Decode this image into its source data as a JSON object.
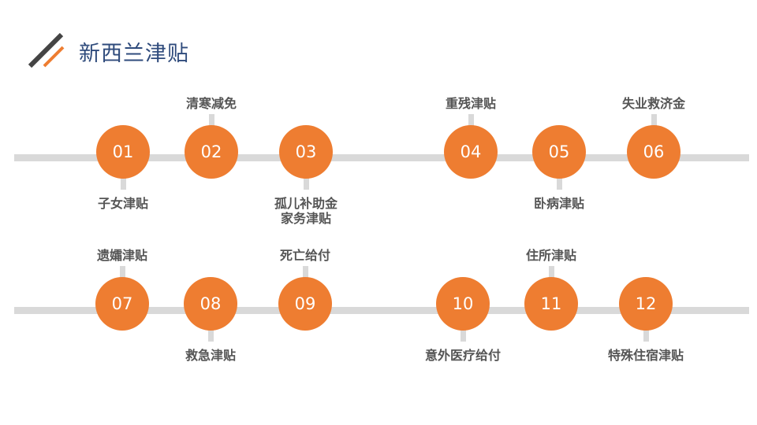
{
  "title": "新西兰津贴",
  "colors": {
    "accent": "#ee7d31",
    "line": "#d9d9d9",
    "title": "#2f4b7c"
  },
  "rows": [
    {
      "nodes": [
        {
          "num": "01",
          "label": "子女津贴",
          "pos": "below"
        },
        {
          "num": "02",
          "label": "清寒减免",
          "pos": "above"
        },
        {
          "num": "03",
          "label": "孤儿补助金",
          "label2": "家务津贴",
          "pos": "below"
        },
        {
          "num": "04",
          "label": "重残津贴",
          "pos": "above"
        },
        {
          "num": "05",
          "label": "卧病津贴",
          "pos": "below"
        },
        {
          "num": "06",
          "label": "失业救济金",
          "pos": "above"
        }
      ]
    },
    {
      "nodes": [
        {
          "num": "07",
          "label": "遗孀津贴",
          "pos": "above"
        },
        {
          "num": "08",
          "label": "救急津贴",
          "pos": "below"
        },
        {
          "num": "09",
          "label": "死亡给付",
          "pos": "above"
        },
        {
          "num": "10",
          "label": "意外医疗给付",
          "pos": "below"
        },
        {
          "num": "11",
          "label": "住所津贴",
          "pos": "above"
        },
        {
          "num": "12",
          "label": "特殊住宿津贴",
          "pos": "below"
        }
      ]
    }
  ]
}
